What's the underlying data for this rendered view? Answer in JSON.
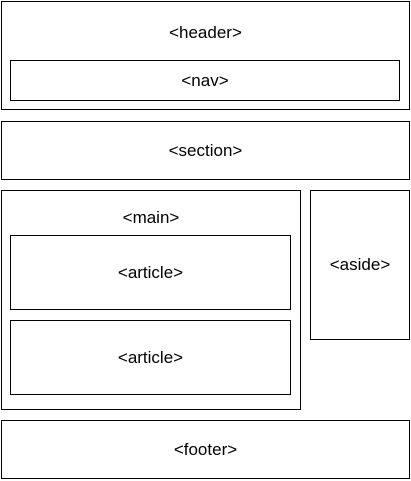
{
  "diagram": {
    "header": {
      "label": "<header>"
    },
    "nav": {
      "label": "<nav>"
    },
    "section": {
      "label": "<section>"
    },
    "main": {
      "label": "<main>"
    },
    "articles": [
      {
        "label": "<article>"
      },
      {
        "label": "<article>"
      }
    ],
    "aside": {
      "label": "<aside>"
    },
    "footer": {
      "label": "<footer>"
    }
  }
}
